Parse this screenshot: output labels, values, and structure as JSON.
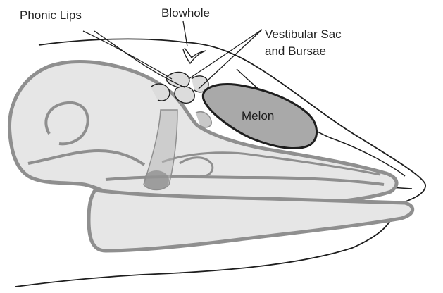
{
  "labels": {
    "phonic_lips": "Phonic Lips",
    "blowhole": "Blowhole",
    "vestibular_line1": "Vestibular Sac",
    "vestibular_line2": "and Bursae",
    "melon": "Melon"
  },
  "colors": {
    "skull_fill": "#e6e6e6",
    "skull_stroke": "#8f8f8f",
    "melon_fill": "#a9a9a9",
    "melon_stroke": "#1e1e1e",
    "outline_stroke": "#1e1e1e",
    "shadow_fill": "#8c8c8c"
  }
}
